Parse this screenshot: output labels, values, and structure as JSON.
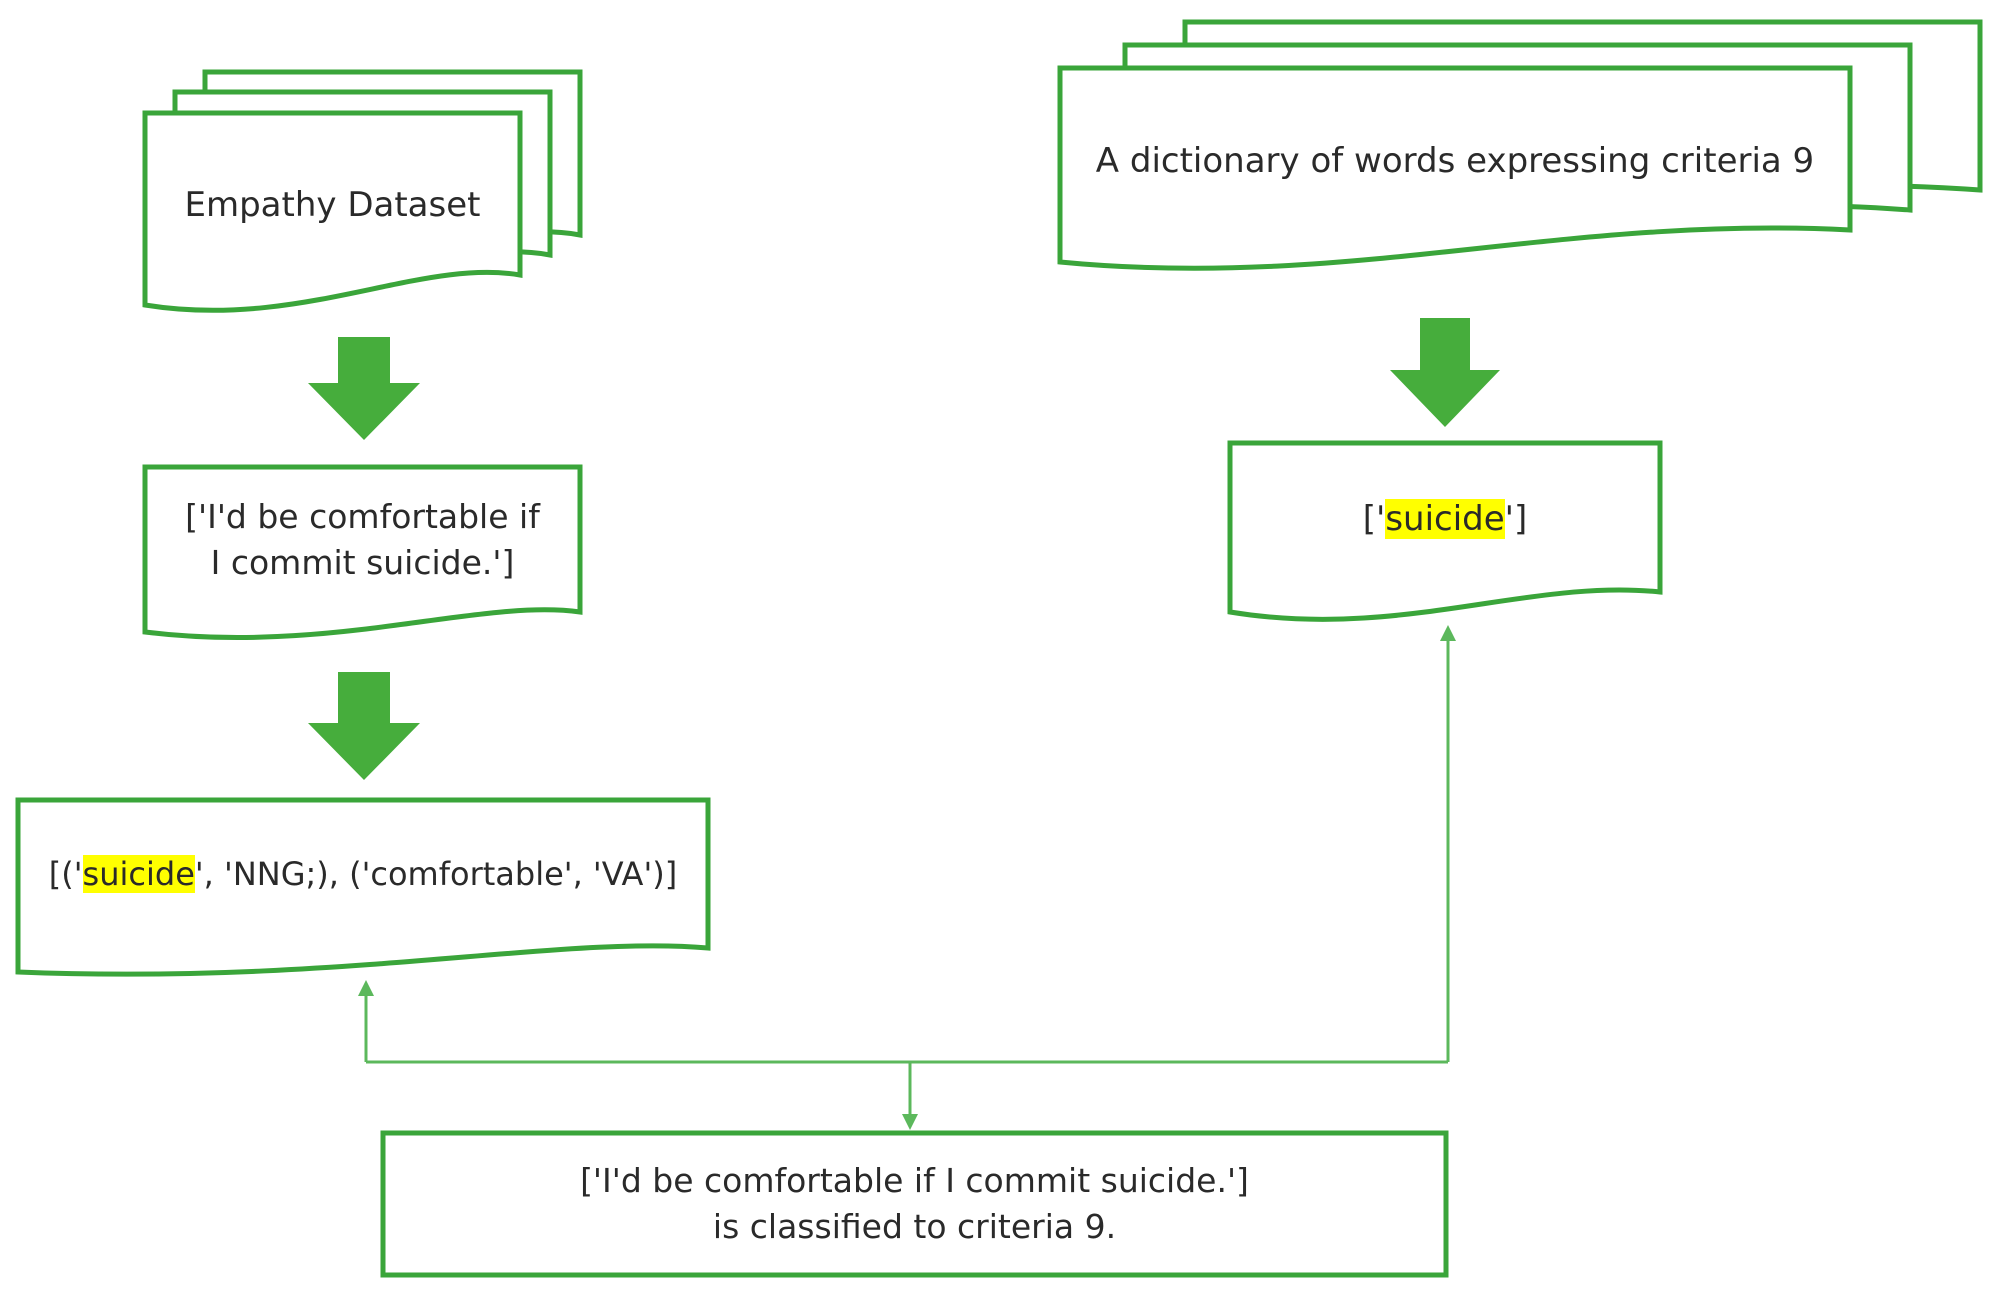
{
  "nodes": {
    "empathy_dataset": {
      "label": "Empathy Dataset"
    },
    "dictionary": {
      "label": "A dictionary of words expressing criteria 9"
    },
    "sentence": {
      "line1": "['I'd be comfortable if",
      "line2": "I commit suicide.']"
    },
    "keyword": {
      "prefix": "['",
      "highlight": "suicide",
      "suffix": "']"
    },
    "morphemes": {
      "prefix": "[('",
      "highlight": "suicide",
      "suffix": "', 'NNG;), ('comfortable', 'VA')]"
    },
    "result": {
      "line1": "['I'd be comfortable if I commit suicide.']",
      "line2": "is classified to criteria 9."
    }
  },
  "colors": {
    "stroke": "#3aa53a",
    "arrow_fill": "#46ad3c",
    "connector": "#5cb85c",
    "highlight": "#ffff00",
    "text": "#2a2a2a"
  }
}
